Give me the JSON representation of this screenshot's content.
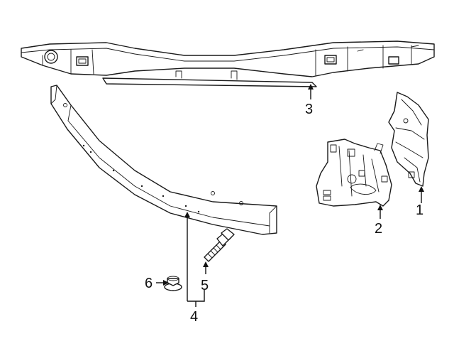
{
  "callouts": [
    {
      "id": "1",
      "text": "1"
    },
    {
      "id": "2",
      "text": "2"
    },
    {
      "id": "3",
      "text": "3"
    },
    {
      "id": "4",
      "text": "4"
    },
    {
      "id": "5",
      "text": "5"
    },
    {
      "id": "6",
      "text": "6"
    }
  ],
  "parts": [
    {
      "callout": "1",
      "icon": "right-side-bracket"
    },
    {
      "callout": "2",
      "icon": "left-side-bracket"
    },
    {
      "callout": "3",
      "icon": "upper-support-panel"
    },
    {
      "callout": "4",
      "icon": "impact-bar"
    },
    {
      "callout": "5",
      "icon": "bolt"
    },
    {
      "callout": "6",
      "icon": "nut"
    }
  ],
  "colors": {
    "line": "#1a1a1a",
    "background": "#ffffff"
  }
}
